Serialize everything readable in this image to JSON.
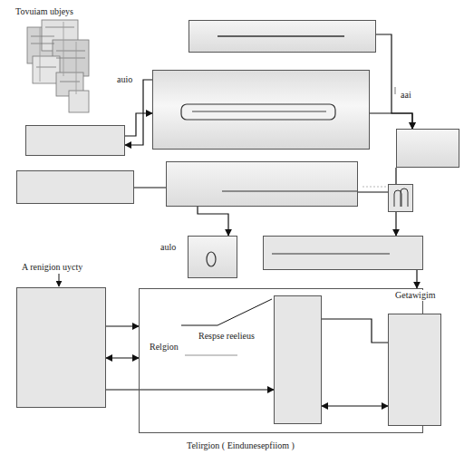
{
  "diagram": {
    "title": "Tovuiam ubjeys",
    "caption": "Telirgion ( Eindunesepfiiom )",
    "nodes": [
      {
        "text": []
      },
      {
        "text": []
      },
      {
        "text": []
      },
      {
        "text": []
      },
      {
        "text": []
      },
      {
        "text": []
      },
      {
        "text": []
      },
      {
        "text": []
      },
      {
        "text": []
      },
      {
        "text": [
          "A renigion uycty"
        ]
      },
      {
        "text": []
      },
      {
        "text": [],
        "in": 10
      },
      {
        "text": [
          "Getawigim"
        ]
      }
    ],
    "edges": [
      {
        "from": 2,
        "to": 1,
        "arrow": "to"
      },
      {
        "from": 1,
        "to": 2,
        "arrow": "to"
      },
      {
        "from": 0,
        "to": 3,
        "arrow": "to"
      },
      {
        "from": 1,
        "to": 3,
        "arrow": "to"
      },
      {
        "from": 3,
        "to": 6,
        "arrow": "none"
      },
      {
        "from": 4,
        "to": 5,
        "arrow": "none"
      },
      {
        "from": 5,
        "to": 6,
        "arrow": "none"
      },
      {
        "from": 5,
        "to": 7,
        "arrow": "to"
      },
      {
        "from": 6,
        "to": 8,
        "arrow": "to"
      },
      {
        "from": 8,
        "to": 10,
        "arrow": "to"
      },
      {
        "from": 9,
        "to": 10,
        "arrow": "to"
      },
      {
        "from": 9,
        "to": 10,
        "arrow": "both"
      },
      {
        "from": 9,
        "to": 11,
        "arrow": "to"
      },
      {
        "from": 11,
        "to": 12,
        "arrow": "none"
      },
      {
        "from": 11,
        "to": 12,
        "arrow": "both"
      }
    ],
    "labels": [
      "auio",
      "aai",
      "aulo",
      "Respse reelieus",
      "Relgion"
    ]
  }
}
